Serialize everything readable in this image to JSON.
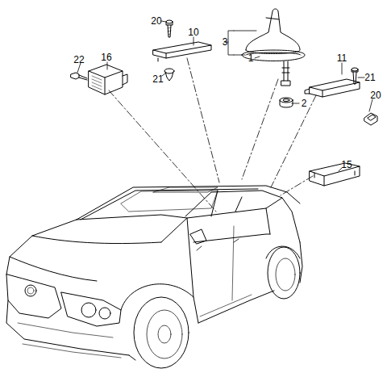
{
  "diagram": {
    "labels": [
      "20",
      "3",
      "10",
      "22",
      "16",
      "1",
      "11",
      "21",
      "21",
      "20",
      "2",
      "15"
    ]
  }
}
